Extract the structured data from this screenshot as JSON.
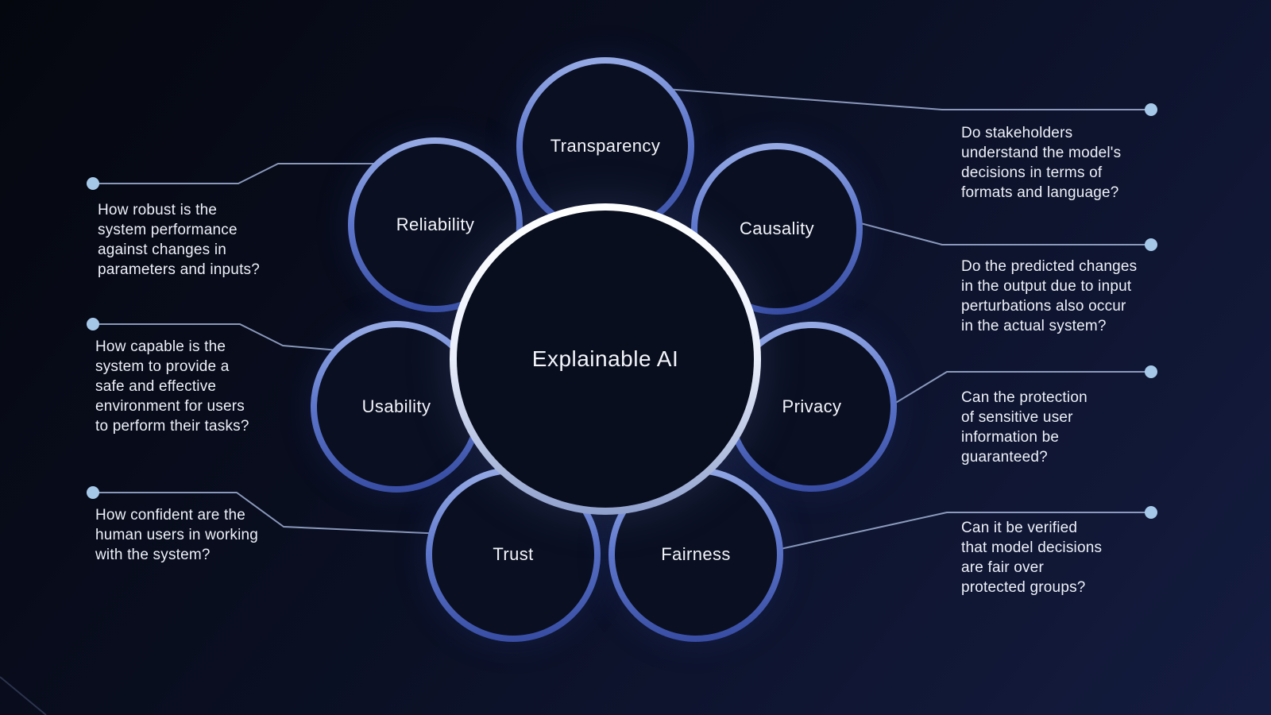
{
  "center": {
    "label": "Explainable AI"
  },
  "circles": [
    {
      "id": "transparency",
      "label": "Transparency"
    },
    {
      "id": "causality",
      "label": "Causality"
    },
    {
      "id": "privacy",
      "label": "Privacy"
    },
    {
      "id": "fairness",
      "label": "Fairness"
    },
    {
      "id": "trust",
      "label": "Trust"
    },
    {
      "id": "usability",
      "label": "Usability"
    },
    {
      "id": "reliability",
      "label": "Reliability"
    }
  ],
  "annotations": [
    {
      "id": "transparency-note",
      "side": "right",
      "text": "Do stakeholders\nunderstand the model's\ndecisions in terms of\nformats and language?"
    },
    {
      "id": "causality-note",
      "side": "right",
      "text": "Do the predicted changes\nin the output due to input\nperturbations also occur\nin the actual system?"
    },
    {
      "id": "privacy-note",
      "side": "right",
      "text": "Can the protection\nof sensitive user\ninformation be\nguaranteed?"
    },
    {
      "id": "fairness-note",
      "side": "right",
      "text": "Can it be verified\nthat model decisions\nare fair over\nprotected groups?"
    },
    {
      "id": "reliability-note",
      "side": "left",
      "text": "How robust is the\nsystem performance\nagainst changes in\nparameters and inputs?"
    },
    {
      "id": "usability-note",
      "side": "left",
      "text": "How capable is the\nsystem to provide a\nsafe and effective\nenvironment for users\nto perform their tasks?"
    },
    {
      "id": "trust-note",
      "side": "left",
      "text": "How confident are the\nhuman users in working\nwith the system?"
    }
  ],
  "colors": {
    "background_dark": "#0a0f22",
    "ring_blue_light": "#9cb0e8",
    "ring_blue_dark": "#34499f",
    "center_ring_light": "#ffffff",
    "center_ring_dark": "#8fa0cd",
    "connector_line": "#98a7cc",
    "connector_dot": "#a6c8e8",
    "text": "#eef1f9"
  }
}
